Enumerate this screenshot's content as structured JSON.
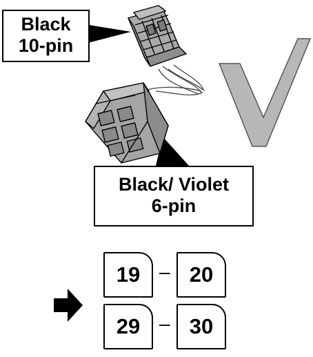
{
  "connector_10pin": {
    "line1": "Black",
    "line2": "10-pin"
  },
  "connector_6pin": {
    "line1": "Black/ Violet",
    "line2": "6-pin"
  },
  "pin_pairs": [
    {
      "from": "19",
      "separator": "–",
      "to": "20"
    },
    {
      "from": "29",
      "separator": "–",
      "to": "30"
    }
  ],
  "icons": {
    "check": "check-mark-icon",
    "arrow": "arrow-right-icon"
  }
}
